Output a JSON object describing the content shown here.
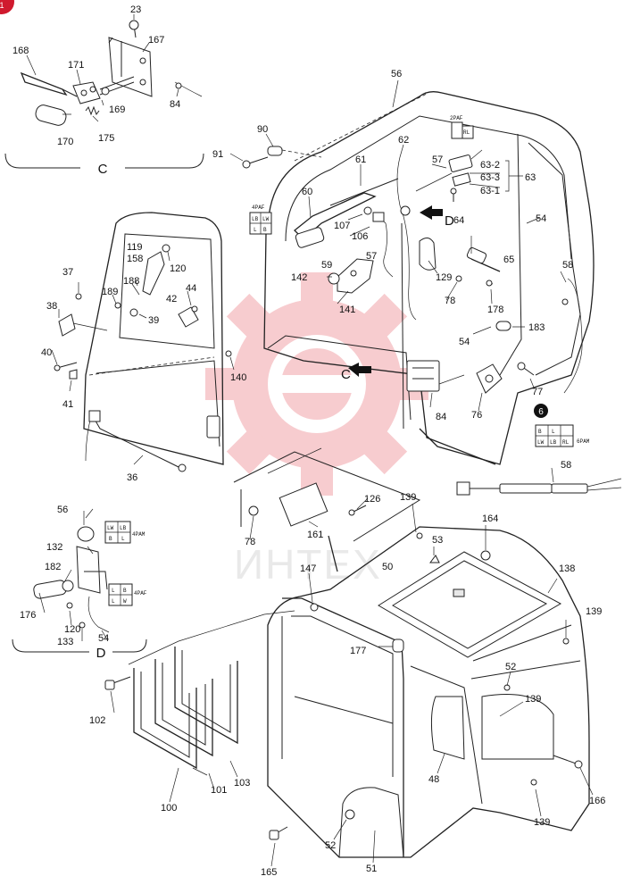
{
  "corner_badge": "1",
  "watermark": "ИНТЕХ",
  "sections": {
    "c": "C",
    "d": "D",
    "pointer_c": "C",
    "pointer_d": "D"
  },
  "connectors": {
    "c4paf": {
      "tag": "4PAF",
      "cells": [
        "LB",
        "LW",
        "L",
        "B"
      ]
    },
    "c2paf": {
      "tag": "2PAF",
      "cells": [
        "RL"
      ]
    },
    "c6pam": {
      "tag": "6PAM",
      "cells": [
        "B",
        "L",
        "LW",
        "LB",
        "RL",
        ""
      ]
    },
    "d4pam": {
      "tag": "4PAM",
      "cells": [
        "LW",
        "LB",
        "B",
        "L"
      ]
    },
    "d4paf": {
      "tag": "4PAF",
      "cells": [
        "L",
        "B",
        "L",
        "W"
      ]
    }
  },
  "callout_6": "6",
  "labels": {
    "l23": "23",
    "l167": "167",
    "l168": "168",
    "l171": "171",
    "l169": "169",
    "l84a": "84",
    "l170": "170",
    "l175": "175",
    "l56a": "56",
    "l90": "90",
    "l91": "91",
    "l62": "62",
    "l61": "61",
    "l57a": "57",
    "l63_2": "63-2",
    "l63_3": "63-3",
    "l63": "63",
    "l63_1": "63-1",
    "l64": "64",
    "l60": "60",
    "l107": "107",
    "l106": "106",
    "l54a": "54",
    "l59": "59",
    "l57b": "57",
    "l65": "65",
    "l58a": "58",
    "l142": "142",
    "l129": "129",
    "l141": "141",
    "l78a": "78",
    "l178": "178",
    "l54b": "54",
    "l183": "183",
    "l119": "119",
    "l158": "158",
    "l120a": "120",
    "l37": "37",
    "l188": "188",
    "l44": "44",
    "l38": "38",
    "l189": "189",
    "l42": "42",
    "l39": "39",
    "l40": "40",
    "l140": "140",
    "l41": "41",
    "l77": "77",
    "l84b": "84",
    "l76": "76",
    "l36": "36",
    "l58b": "58",
    "l56b": "56",
    "l126": "126",
    "l139a": "139",
    "l164": "164",
    "l132": "132",
    "l161": "161",
    "l53": "53",
    "l78b": "78",
    "l50": "50",
    "l138": "138",
    "l182": "182",
    "l147": "147",
    "l139b": "139",
    "l176": "176",
    "l120b": "120",
    "l54c": "54",
    "l133": "133",
    "l177": "177",
    "l52a": "52",
    "l102": "102",
    "l139c": "139",
    "l48": "48",
    "l100": "100",
    "l101": "101",
    "l103": "103",
    "l166": "166",
    "l139d": "139",
    "l52b": "52",
    "l165": "165",
    "l51": "51"
  }
}
